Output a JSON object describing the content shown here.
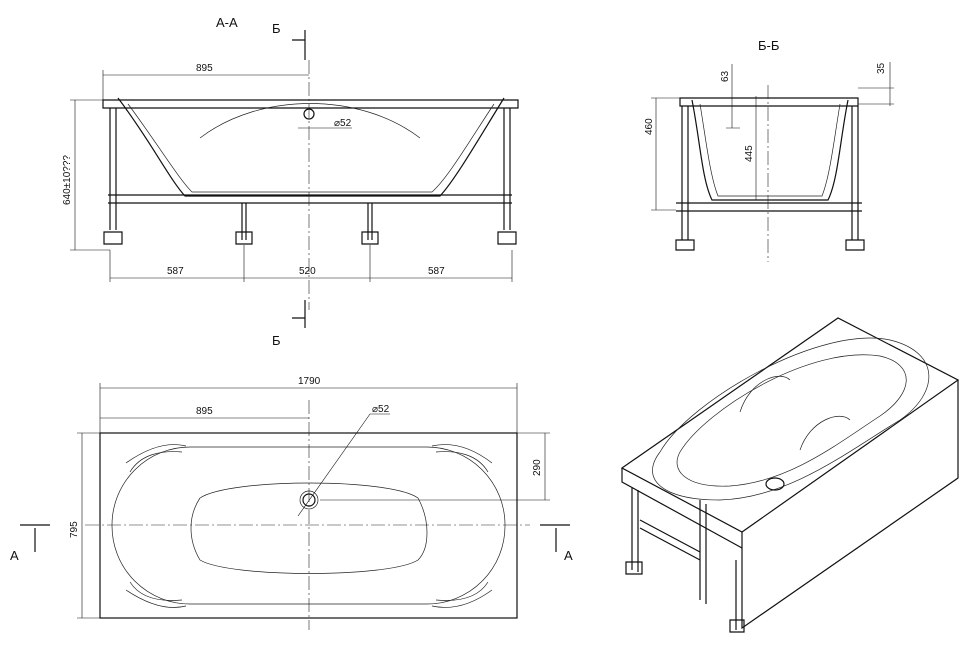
{
  "views": {
    "section_aa": {
      "label": "А-А"
    },
    "section_bb": {
      "label": "Б-Б"
    },
    "cut_marker_b": "Б",
    "cut_marker_a": "А"
  },
  "dimensions": {
    "half_length": "895",
    "drain_diameter": "⌀52",
    "height_adjust": "640±10???",
    "leg_spacing_left": "587",
    "leg_spacing_mid": "520",
    "leg_spacing_right": "587",
    "rim_thickness": "35",
    "rim_drop": "63",
    "total_height": "460",
    "inner_depth": "445",
    "total_length": "1790",
    "plan_half_length": "895",
    "plan_drain_diameter": "⌀52",
    "drain_offset": "290",
    "total_width": "795"
  }
}
